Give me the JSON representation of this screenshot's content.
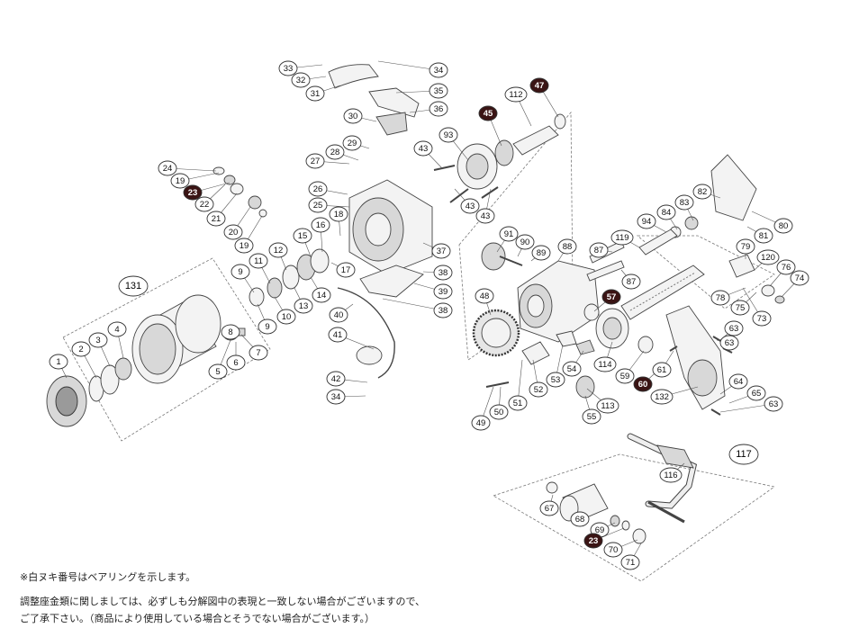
{
  "notes": {
    "bearing_note": "※白ヌキ番号はベアリングを示します。",
    "adjust_note_line1": "調整座金類に関しましては、必ずしも分解図中の表現と一致しない場合がございますので、",
    "adjust_note_line2": "ご了承下さい。（商品により使用している場合とそうでない場合がございます。）"
  },
  "groups": [
    {
      "id": "spool",
      "label": "131"
    },
    {
      "id": "handle",
      "label": "117"
    }
  ],
  "callouts": [
    {
      "label": "1",
      "style": "normal"
    },
    {
      "label": "2",
      "style": "normal"
    },
    {
      "label": "3",
      "style": "normal"
    },
    {
      "label": "4",
      "style": "normal"
    },
    {
      "label": "5",
      "style": "normal"
    },
    {
      "label": "6",
      "style": "normal"
    },
    {
      "label": "7",
      "style": "normal"
    },
    {
      "label": "8",
      "style": "normal"
    },
    {
      "label": "9",
      "style": "normal"
    },
    {
      "label": "9",
      "style": "normal"
    },
    {
      "label": "10",
      "style": "normal"
    },
    {
      "label": "11",
      "style": "normal"
    },
    {
      "label": "12",
      "style": "normal"
    },
    {
      "label": "13",
      "style": "normal"
    },
    {
      "label": "14",
      "style": "normal"
    },
    {
      "label": "15",
      "style": "normal"
    },
    {
      "label": "16",
      "style": "normal"
    },
    {
      "label": "17",
      "style": "normal"
    },
    {
      "label": "18",
      "style": "normal"
    },
    {
      "label": "19",
      "style": "normal"
    },
    {
      "label": "19",
      "style": "normal"
    },
    {
      "label": "20",
      "style": "normal"
    },
    {
      "label": "21",
      "style": "normal"
    },
    {
      "label": "22",
      "style": "normal"
    },
    {
      "label": "23",
      "style": "dark"
    },
    {
      "label": "24",
      "style": "normal"
    },
    {
      "label": "25",
      "style": "normal"
    },
    {
      "label": "26",
      "style": "normal"
    },
    {
      "label": "27",
      "style": "normal"
    },
    {
      "label": "28",
      "style": "normal"
    },
    {
      "label": "29",
      "style": "normal"
    },
    {
      "label": "30",
      "style": "normal"
    },
    {
      "label": "31",
      "style": "normal"
    },
    {
      "label": "32",
      "style": "normal"
    },
    {
      "label": "33",
      "style": "normal"
    },
    {
      "label": "34",
      "style": "normal"
    },
    {
      "label": "35",
      "style": "normal"
    },
    {
      "label": "36",
      "style": "normal"
    },
    {
      "label": "37",
      "style": "normal"
    },
    {
      "label": "38",
      "style": "normal"
    },
    {
      "label": "38",
      "style": "normal"
    },
    {
      "label": "39",
      "style": "normal"
    },
    {
      "label": "40",
      "style": "normal"
    },
    {
      "label": "41",
      "style": "normal"
    },
    {
      "label": "42",
      "style": "normal"
    },
    {
      "label": "34",
      "style": "normal"
    },
    {
      "label": "43",
      "style": "normal"
    },
    {
      "label": "43",
      "style": "normal"
    },
    {
      "label": "43",
      "style": "normal"
    },
    {
      "label": "45",
      "style": "dark"
    },
    {
      "label": "47",
      "style": "dark"
    },
    {
      "label": "112",
      "style": "normal"
    },
    {
      "label": "93",
      "style": "normal"
    },
    {
      "label": "48",
      "style": "normal"
    },
    {
      "label": "49",
      "style": "normal"
    },
    {
      "label": "50",
      "style": "normal"
    },
    {
      "label": "51",
      "style": "normal"
    },
    {
      "label": "52",
      "style": "normal"
    },
    {
      "label": "53",
      "style": "normal"
    },
    {
      "label": "54",
      "style": "normal"
    },
    {
      "label": "55",
      "style": "normal"
    },
    {
      "label": "57",
      "style": "dark"
    },
    {
      "label": "59",
      "style": "normal"
    },
    {
      "label": "60",
      "style": "dark"
    },
    {
      "label": "61",
      "style": "normal"
    },
    {
      "label": "63",
      "style": "normal"
    },
    {
      "label": "63",
      "style": "normal"
    },
    {
      "label": "63",
      "style": "normal"
    },
    {
      "label": "64",
      "style": "normal"
    },
    {
      "label": "65",
      "style": "normal"
    },
    {
      "label": "67",
      "style": "normal"
    },
    {
      "label": "68",
      "style": "normal"
    },
    {
      "label": "69",
      "style": "normal"
    },
    {
      "label": "23",
      "style": "dark"
    },
    {
      "label": "70",
      "style": "normal"
    },
    {
      "label": "71",
      "style": "normal"
    },
    {
      "label": "73",
      "style": "normal"
    },
    {
      "label": "74",
      "style": "normal"
    },
    {
      "label": "75",
      "style": "normal"
    },
    {
      "label": "76",
      "style": "normal"
    },
    {
      "label": "78",
      "style": "normal"
    },
    {
      "label": "79",
      "style": "normal"
    },
    {
      "label": "80",
      "style": "normal"
    },
    {
      "label": "81",
      "style": "normal"
    },
    {
      "label": "82",
      "style": "normal"
    },
    {
      "label": "83",
      "style": "normal"
    },
    {
      "label": "84",
      "style": "normal"
    },
    {
      "label": "87",
      "style": "normal"
    },
    {
      "label": "87",
      "style": "normal"
    },
    {
      "label": "88",
      "style": "normal"
    },
    {
      "label": "89",
      "style": "normal"
    },
    {
      "label": "90",
      "style": "normal"
    },
    {
      "label": "91",
      "style": "normal"
    },
    {
      "label": "94",
      "style": "normal"
    },
    {
      "label": "113",
      "style": "normal"
    },
    {
      "label": "114",
      "style": "normal"
    },
    {
      "label": "116",
      "style": "normal"
    },
    {
      "label": "119",
      "style": "normal"
    },
    {
      "label": "120",
      "style": "normal"
    },
    {
      "label": "132",
      "style": "normal"
    }
  ],
  "colors": {
    "callout_dark_fill": "#3a1414",
    "callout_normal_fill": "#ffffff",
    "line": "#444444"
  }
}
